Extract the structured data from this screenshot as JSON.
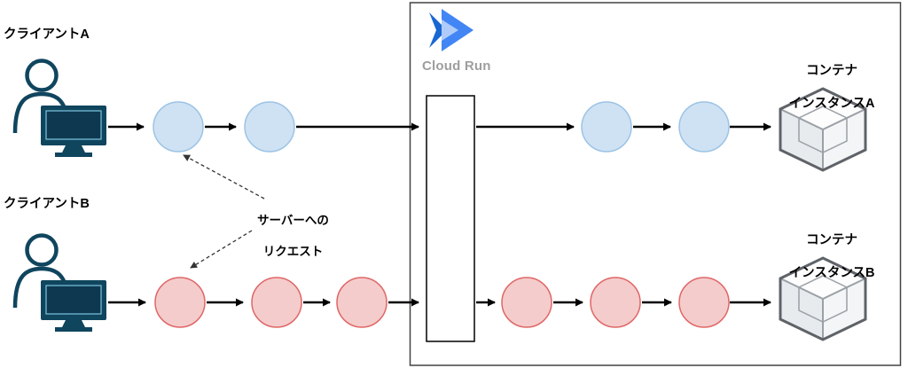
{
  "labels": {
    "client_a": "クライアントA",
    "client_b": "クライアントB",
    "cloud_run": "Cloud Run",
    "container_a_line1": "コンテナ",
    "container_a_line2": "インスタンスA",
    "container_b_line1": "コンテナ",
    "container_b_line2": "インスタンスB",
    "annotation_line1": "サーバーへの",
    "annotation_line2": "リクエスト"
  },
  "colors": {
    "request_a_fill": "#cfe2f3",
    "request_a_border": "#9cc3e5",
    "request_b_fill": "#f4cccc",
    "request_b_border": "#e06666",
    "client_icon": "#10455e",
    "client_screen": "#0d3850",
    "client_screen_border": "#7fc4de",
    "logo_dark": "#1967d2",
    "logo_mid": "#4285f4",
    "logo_light": "#aecbfa",
    "cloud_run_text": "#9e9e9e",
    "cube_top": "#fdfdfd",
    "cube_left": "#e8ebee",
    "cube_right": "#f3f5f7",
    "cube_border": "#5f6368",
    "cube_inner": "#9aa0a6",
    "boundary": "#424242",
    "arrow": "#000000",
    "dashed_arrow": "#333333"
  }
}
